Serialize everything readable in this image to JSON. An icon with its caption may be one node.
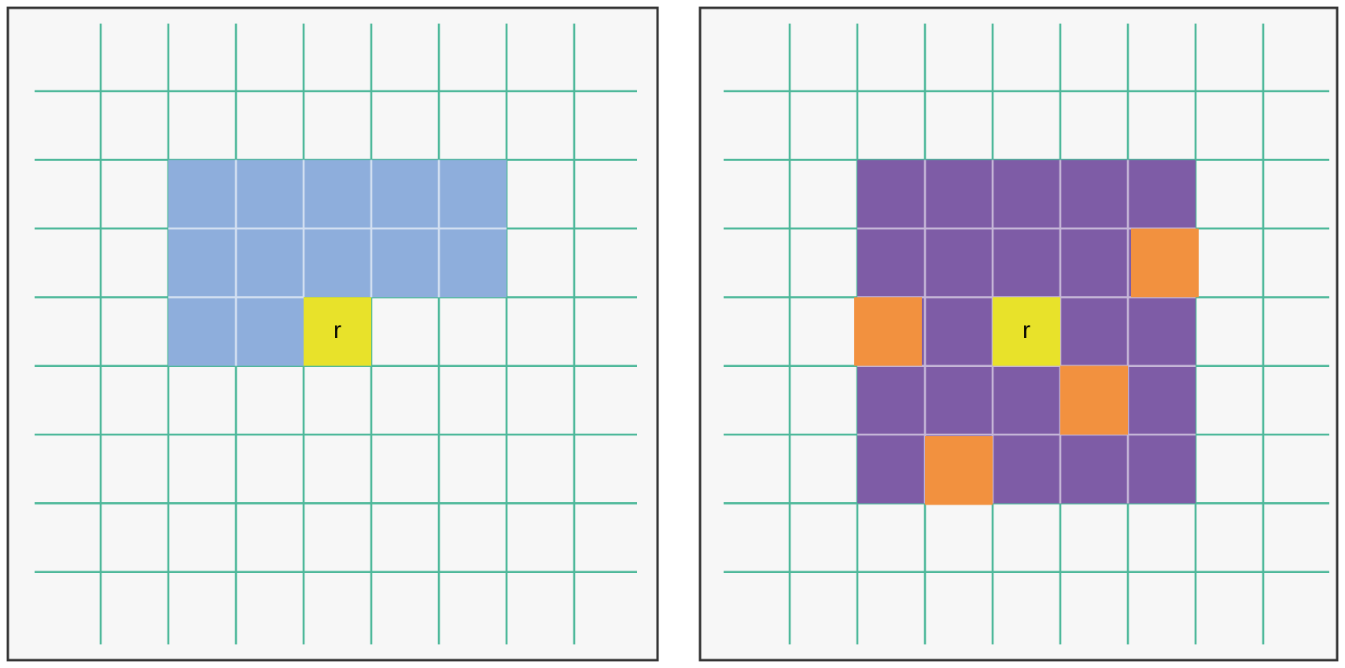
{
  "diagram": {
    "nodes": [
      {
        "text": [
          "r"
        ]
      },
      {
        "text": [],
        "shape": "box"
      },
      {
        "text": [],
        "shape": "box"
      },
      {
        "text": [
          "r"
        ]
      },
      {
        "text": [],
        "shape": "box"
      },
      {
        "text": [],
        "shape": "box"
      }
    ]
  }
}
